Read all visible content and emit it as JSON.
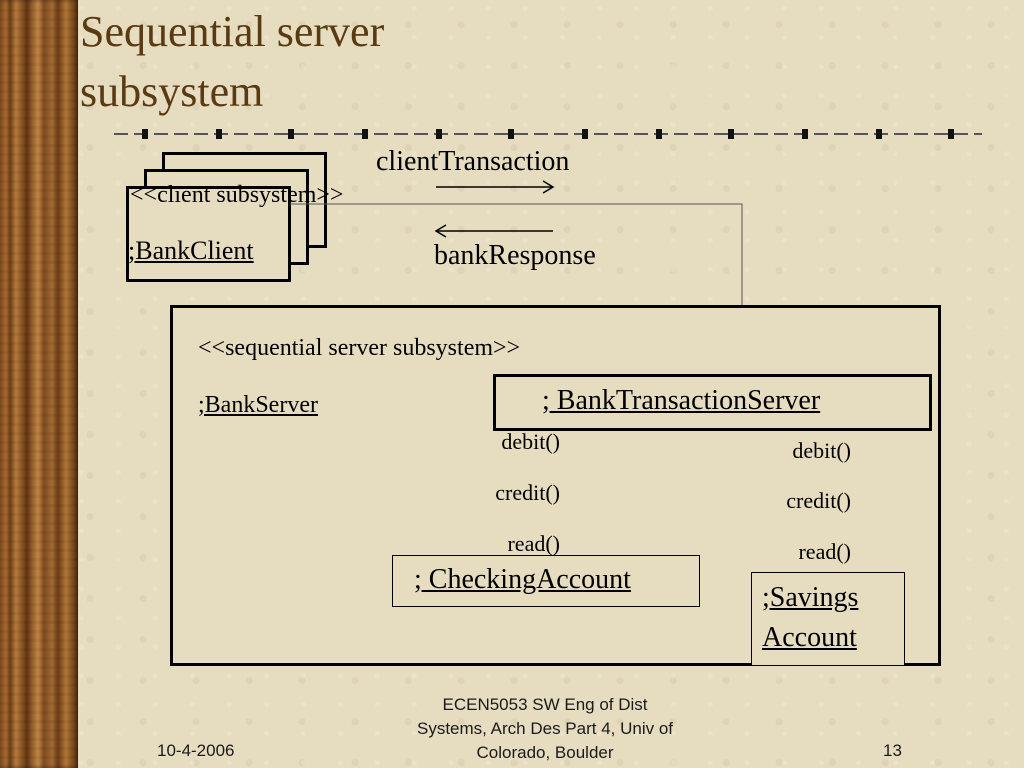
{
  "slide": {
    "title_line1": "Sequential server",
    "title_line2": "subsystem"
  },
  "client": {
    "stereotype": "<<client subsystem>>",
    "name": ";BankClient"
  },
  "messages": {
    "request": "clientTransaction",
    "response": "bankResponse"
  },
  "server": {
    "stereotype": "<<sequential server subsystem>>",
    "name": ";BankServer",
    "transaction_server": "; BankTransactionServer",
    "checking_ops": [
      "debit()",
      "credit()",
      "read()"
    ],
    "savings_ops": [
      "debit()",
      "credit()",
      "read()"
    ],
    "checking_account": "; CheckingAccount",
    "savings_account_line1": ";Savings",
    "savings_account_line2": "Account"
  },
  "footer": {
    "date": "10-4-2006",
    "course_line1": "ECEN5053 SW Eng of Dist",
    "course_line2": "Systems, Arch Des Part 4, Univ of",
    "course_line3": "Colorado, Boulder",
    "page_number": "13"
  }
}
